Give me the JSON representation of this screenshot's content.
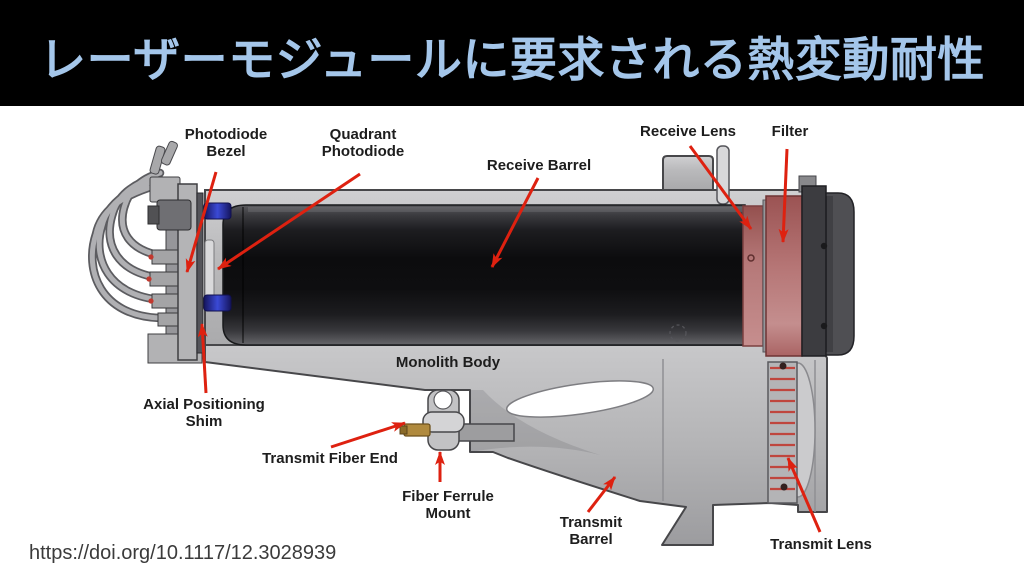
{
  "slide": {
    "title": "レーザーモジュールに要求される熱変動耐性",
    "source_url": "https://doi.org/10.1117/12.3028939"
  },
  "colors": {
    "title_text": "#a4c6ea",
    "title_bar_bg": "#000000",
    "annotation_arrow": "#de2110",
    "label_text": "#1d1d1d",
    "metal_gray": "#b9b9bb",
    "barrel_dark": "#0c0c0e",
    "receive_lens_pink": "#b57878",
    "filter_red": "#b67676",
    "fiber_brass": "#b08a3e",
    "screw_blue": "#3b4ad6"
  },
  "diagram": {
    "labels": [
      {
        "id": "photodiode-bezel",
        "text": "Photodiode\nBezel"
      },
      {
        "id": "quadrant-photodiode",
        "text": "Quadrant\nPhotodiode"
      },
      {
        "id": "receive-barrel",
        "text": "Receive Barrel"
      },
      {
        "id": "receive-lens",
        "text": "Receive Lens"
      },
      {
        "id": "filter",
        "text": "Filter"
      },
      {
        "id": "monolith-body",
        "text": "Monolith Body"
      },
      {
        "id": "axial-positioning-shim",
        "text": "Axial Positioning\nShim"
      },
      {
        "id": "transmit-fiber-end",
        "text": "Transmit Fiber End"
      },
      {
        "id": "fiber-ferrule-mount",
        "text": "Fiber Ferrule\nMount"
      },
      {
        "id": "transmit-barrel",
        "text": "Transmit\nBarrel"
      },
      {
        "id": "transmit-lens",
        "text": "Transmit Lens"
      }
    ]
  }
}
